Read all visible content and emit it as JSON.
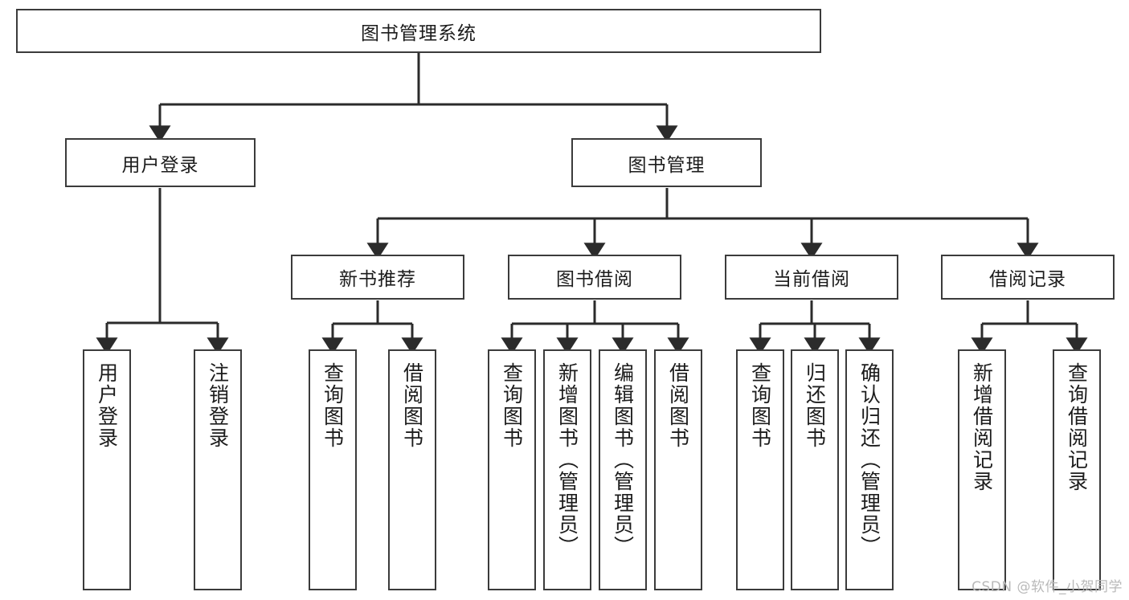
{
  "diagram": {
    "title": "图书管理系统",
    "type": "tree-hierarchy-chart",
    "watermark": "CSDN @软件_小贺同学",
    "colors": {
      "border": "#3b3b3b",
      "background": "#ffffff",
      "text": "#1c1c1c",
      "edge": "#2b2b2b",
      "watermark": "#b9b9b9"
    },
    "nodes": {
      "root": {
        "label": "图书管理系统"
      },
      "level2": [
        {
          "label": "用户登录"
        },
        {
          "label": "图书管理"
        }
      ],
      "level3": [
        {
          "label": "新书推荐"
        },
        {
          "label": "图书借阅"
        },
        {
          "label": "当前借阅"
        },
        {
          "label": "借阅记录"
        }
      ],
      "leaves": {
        "user_login": [
          {
            "label": "用户登录"
          },
          {
            "label": "注销登录"
          }
        ],
        "new_book": [
          {
            "label": "查询图书"
          },
          {
            "label": "借阅图书"
          }
        ],
        "book_borrow": [
          {
            "label": "查询图书"
          },
          {
            "label": "新增图书（管理员）"
          },
          {
            "label": "编辑图书（管理员）"
          },
          {
            "label": "借阅图书"
          }
        ],
        "current_borrow": [
          {
            "label": "查询图书"
          },
          {
            "label": "归还图书"
          },
          {
            "label": "确认归还（管理员）"
          }
        ],
        "borrow_record": [
          {
            "label": "新增借阅记录"
          },
          {
            "label": "查询借阅记录"
          }
        ]
      }
    }
  }
}
